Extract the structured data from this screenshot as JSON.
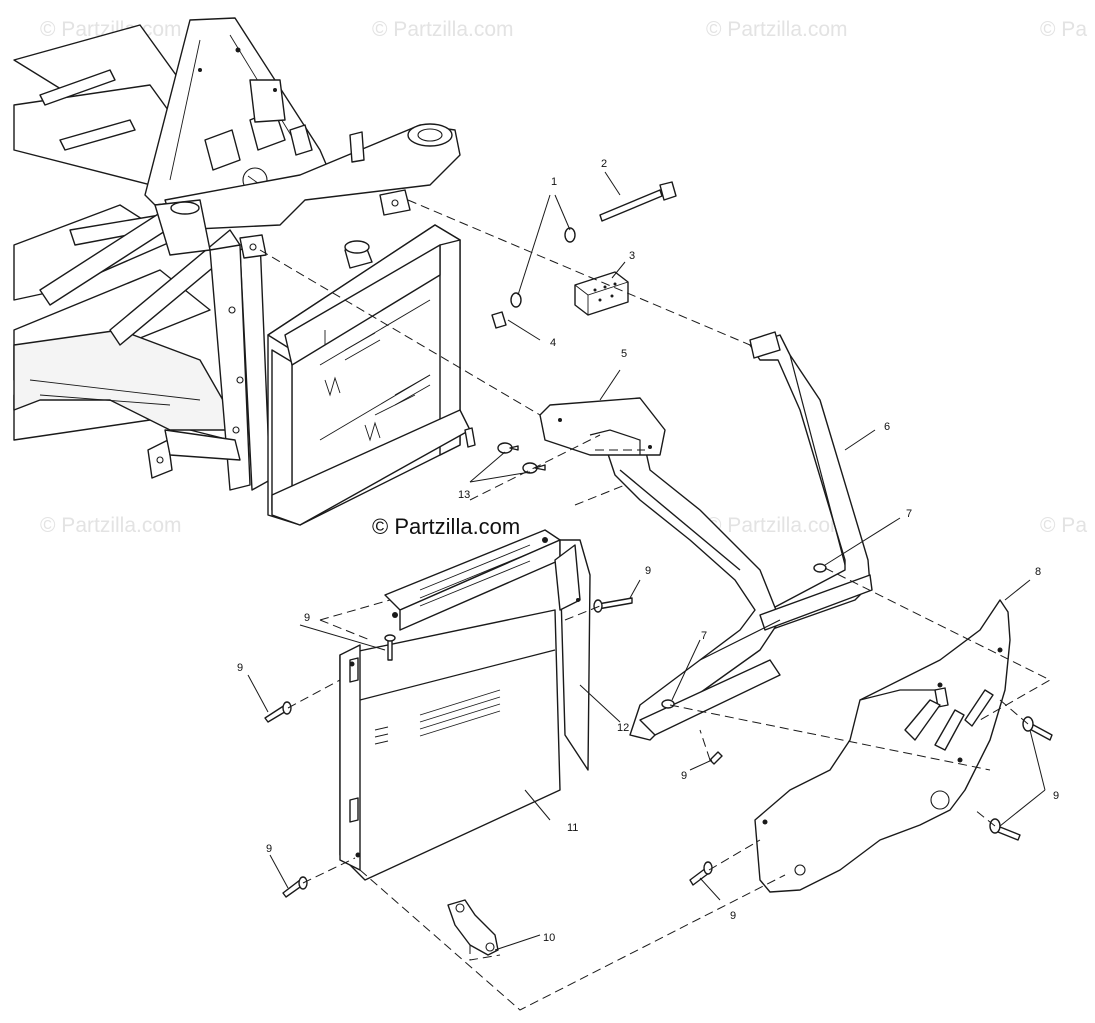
{
  "watermark": {
    "text": "© Partzilla.com",
    "repeats": [
      "© Partzilla.com",
      "© Partzilla.com",
      "© Partzilla.com",
      "© Pa",
      "© Partzilla.com",
      "© Partzilla.com",
      "© Pa"
    ]
  },
  "callouts": {
    "c1": "1",
    "c2": "2",
    "c3": "3",
    "c4": "4",
    "c5": "5",
    "c6": "6",
    "c7a": "7",
    "c7b": "7",
    "c8": "8",
    "c9a": "9",
    "c9b": "9",
    "c9c": "9",
    "c9d": "9",
    "c9e": "9",
    "c9f": "9",
    "c9g": "9",
    "c10": "10",
    "c11": "11",
    "c12": "12",
    "c13": "13"
  },
  "colors": {
    "line": "#1a1a1a",
    "watermark": "#e3e3e3",
    "background": "#ffffff"
  }
}
